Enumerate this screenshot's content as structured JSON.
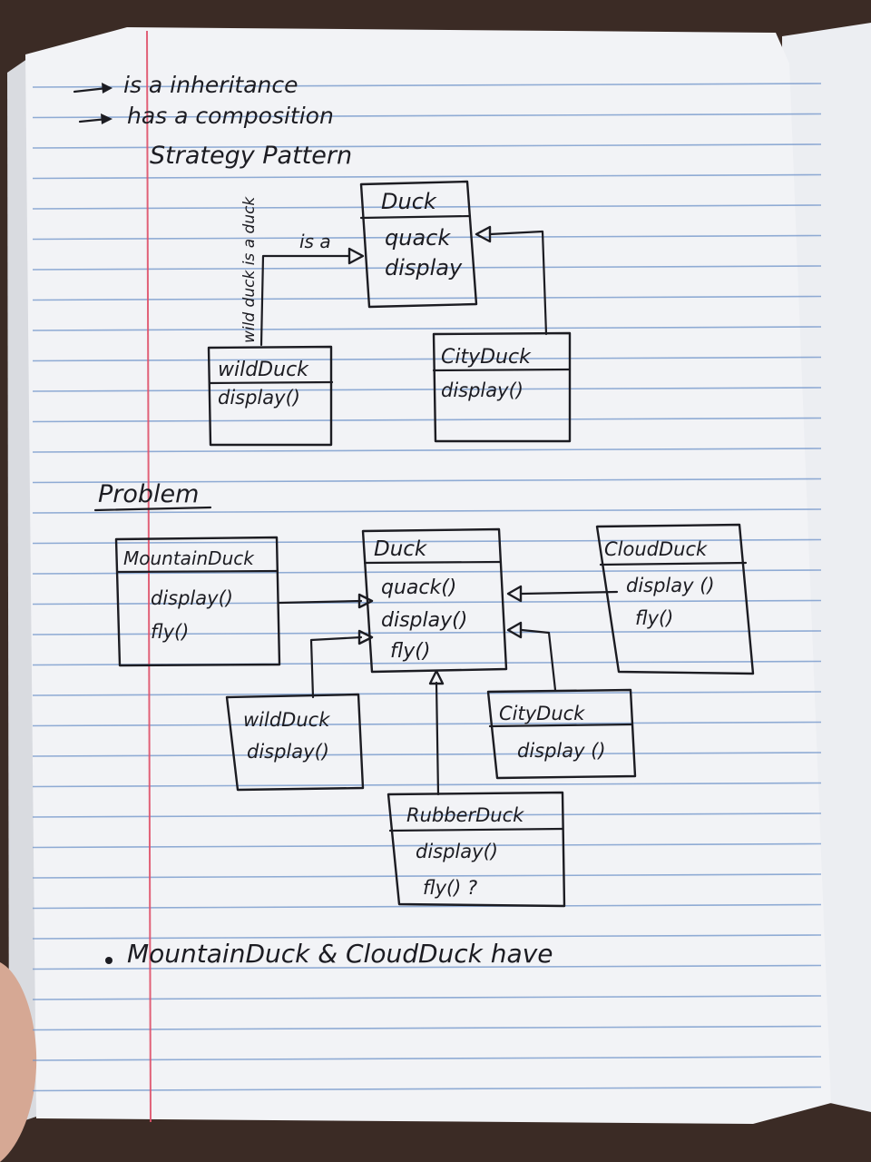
{
  "legend": {
    "line1": "is a  inheritance",
    "line2": "has a composition",
    "heading": "Strategy Pattern"
  },
  "diagram1": {
    "duck": {
      "name": "Duck",
      "members": [
        "quack",
        "display"
      ]
    },
    "wild_duck": {
      "name": "wildDuck",
      "members": [
        "display()"
      ]
    },
    "city_duck": {
      "name": "CityDuck",
      "members": [
        "display()"
      ]
    },
    "arrow_label": "is a",
    "vertical_note": "wild duck is a duck"
  },
  "problem_heading": "Problem",
  "diagram2": {
    "duck": {
      "name": "Duck",
      "members": [
        "quack()",
        "display()",
        "fly()"
      ]
    },
    "mountain_duck": {
      "name": "MountainDuck",
      "members": [
        "display()",
        "fly()"
      ]
    },
    "cloud_duck": {
      "name": "CloudDuck",
      "members": [
        "display ()",
        "fly()"
      ]
    },
    "wild_duck": {
      "name": "wildDuck",
      "members": [
        "display()"
      ]
    },
    "city_duck": {
      "name": "CityDuck",
      "members": [
        "display ()"
      ]
    },
    "rubber_duck": {
      "name": "RubberDuck",
      "members": [
        "display()",
        "fly() ?"
      ]
    }
  },
  "note": "MountainDuck & CloudDuck have"
}
